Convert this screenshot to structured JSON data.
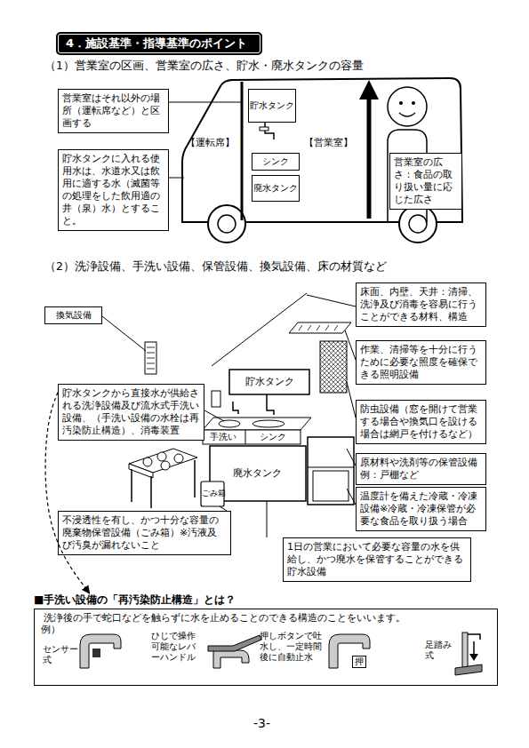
{
  "diagram": {
    "title": "4．施設基準・指導基準のポイント",
    "nodes": [
      {
        "text": [
          "営業室はそれ以外の場所（運転席など）と区画する"
        ]
      },
      {
        "text": [
          "貯水タンク"
        ]
      },
      {
        "text": [
          "貯水タンクに入れる使用水は、水道水又は飲用に適する水（滅菌等の処理をした飲用適の井（泉）水）とすること。"
        ]
      },
      {
        "text": [
          "シンク"
        ]
      },
      {
        "text": [
          "廃水タンク"
        ]
      },
      {
        "text": [
          "営業室の広さ：食品の取り扱い量に応じた広さ"
        ]
      },
      {
        "text": [
          "換気設備"
        ]
      },
      {
        "text": [
          "床面、内壁、天井：清掃、洗浄及び消毒を容易に行うことができる材料、構造"
        ]
      },
      {
        "text": [
          "作業、清掃等を十分に行うために必要な照度を確保できる照明設備"
        ]
      },
      {
        "text": [
          "貯水タンクから直接水が供給される洗浄設備及び流水式手洗い設備、（手洗い設備の水栓は再汚染防止構造）、消毒装置"
        ]
      },
      {
        "text": [
          "防虫設備（窓を開けて営業する場合や換気口を設ける場合は網戸を付けるなど）"
        ]
      },
      {
        "text": [
          "原材料や洗剤等の保管設備 例：戸棚など"
        ]
      },
      {
        "text": [
          "温度計を備えた冷蔵・冷凍設備※冷蔵・冷凍保管が必要な食品を取り扱う場合"
        ]
      },
      {
        "text": [
          "不浸透性を有し、かつ十分な容量の廃棄物保管設備（ごみ箱）※汚液及び汚臭が漏れないこと"
        ]
      },
      {
        "text": [
          "1日の営業において必要な容量の水を供給し、かつ廃水を保管することができる貯水設備"
        ]
      },
      {
        "text": [
          "■手洗い設備の「再汚染防止構造」とは？",
          "洗浄後の手で蛇口などを触らずに水を止めることのできる構造のことをいいます。"
        ]
      }
    ],
    "edges": [
      {
        "from": 9,
        "to": 15,
        "arrow": "to"
      }
    ],
    "labels": [
      "（1）営業室の区画、営業室の広さ、貯水・廃水タンクの容量",
      "【運転席】",
      "【営業室】",
      "（2）洗浄設備、手洗い設備、保管設備、換気設備、床の材質など",
      "貯水タンク",
      "手洗い",
      "シンク",
      "廃水タンク",
      "ごみ箱",
      "例）",
      "センサー式",
      "ひじで操作可能なレバーハンドル",
      "押しボタンで吐水し、一定時間後に自動止水",
      "押",
      "足踏み式",
      "-3-"
    ]
  }
}
